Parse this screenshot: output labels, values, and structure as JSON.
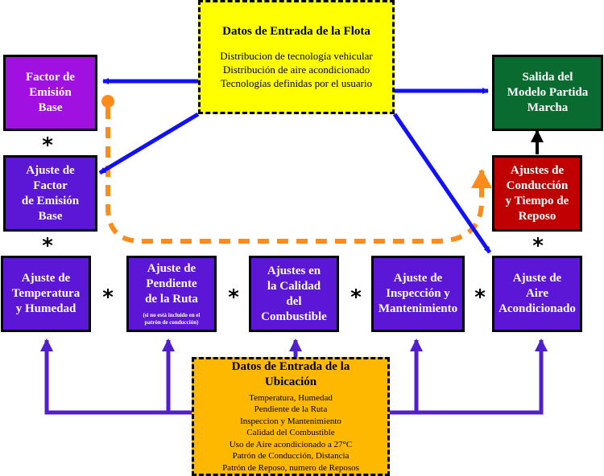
{
  "fleet": {
    "title": "Datos de Entrada de la Flota",
    "lines": [
      "Distribucion de tecnología vehicular",
      "Distribución de aire acondicionado",
      "Tecnologías definidas por el usuario"
    ]
  },
  "base_factor": [
    "Factor de",
    "Emisión",
    "Base"
  ],
  "output": [
    "Salida del",
    "Modelo Partida",
    "Marcha"
  ],
  "emission_adjust": [
    "Ajuste de",
    "Factor",
    "de Emisión",
    "Base"
  ],
  "driving_adjust": [
    "Ajustes de",
    "Conducción",
    "y Tiempo de",
    "Reposo"
  ],
  "temp_adjust": [
    "Ajuste de",
    "Temperatura",
    "y Humedad"
  ],
  "slope_adjust": [
    "Ajuste de",
    "Pendiente",
    "de la Ruta"
  ],
  "slope_note": [
    "(si no está incluido en el",
    "patrón de conducción)"
  ],
  "fuel_adjust": [
    "Ajustes en",
    "la Calidad",
    "del",
    "Combustible"
  ],
  "inspection_adjust": [
    "Ajuste de",
    "Inspección y",
    "Mantenimiento"
  ],
  "ac_adjust": [
    "Ajuste de",
    "Aire",
    "Acondicionado"
  ],
  "location": {
    "title": [
      "Datos de Entrada de la",
      "Ubicación"
    ],
    "lines": [
      "Temperatura, Humedad",
      "Pendiente de la Ruta",
      "Inspeccion y Mantenimiento",
      "Calidad del Combustible",
      "Uso de Aire acondicionado a 27°C",
      "Patrón de Conducción, Distancia",
      "Patrón de Reposo, numero de Reposos"
    ]
  },
  "star": "*",
  "colors": {
    "purple": "#5b16d6",
    "magenta": "#a010e0",
    "green": "#0a6b30",
    "red": "#c00000",
    "yellow": "#ffff00",
    "orange": "#ffb800",
    "blue_arrow": "#1010ff",
    "violet_arrow": "#5020d0",
    "dashed_orange": "#ff8c1a"
  }
}
